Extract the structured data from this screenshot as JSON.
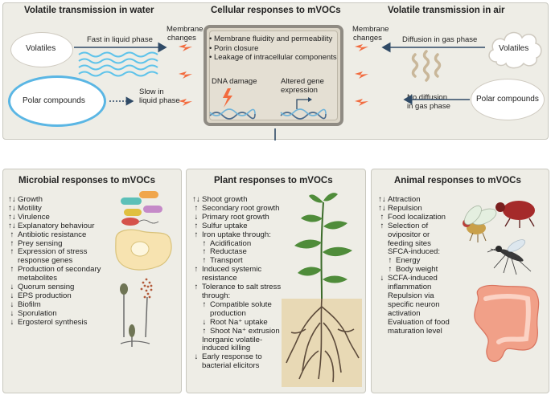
{
  "top": {
    "water_title": "Volatile transmission in water",
    "cell_title": "Cellular responses to mVOCs",
    "air_title": "Volatile transmission in air",
    "volatiles_left": "Volatiles",
    "volatiles_right": "Volatiles",
    "polar_left": "Polar compounds",
    "polar_right": "Polar compounds",
    "fast_label": "Fast in liquid phase",
    "slow_label_1": "Slow in",
    "slow_label_2": "liquid phase",
    "membrane_left_1": "Membrane",
    "membrane_left_2": "changes",
    "membrane_right_1": "Membrane",
    "membrane_right_2": "changes",
    "diffusion_label": "Diffusion in gas phase",
    "no_diffusion_1": "No diffusion",
    "no_diffusion_2": "in gas phase",
    "cell_bullets": [
      "Membrane fluidity and permeability",
      "Porin closure",
      "Leakage of intracellular components"
    ],
    "dna_damage": "DNA damage",
    "altered_1": "Altered gene",
    "altered_2": "expression"
  },
  "microbial": {
    "title": "Microbial responses to mVOCs",
    "items": [
      {
        "arrow": "↑↓",
        "text": "Growth",
        "indent": 0
      },
      {
        "arrow": "↑↓",
        "text": "Motility",
        "indent": 0
      },
      {
        "arrow": "↑↓",
        "text": "Virulence",
        "indent": 0
      },
      {
        "arrow": "↑↓",
        "text": "Explanatory behaviour",
        "indent": 0
      },
      {
        "arrow": "↑",
        "text": "Antibiotic resistance",
        "indent": 0
      },
      {
        "arrow": "↑",
        "text": "Prey sensing",
        "indent": 0
      },
      {
        "arrow": "↑",
        "text": "Expression of stress",
        "indent": 0
      },
      {
        "arrow": "",
        "text": "response genes",
        "indent": 0
      },
      {
        "arrow": "↑",
        "text": "Production of secondary",
        "indent": 0
      },
      {
        "arrow": "",
        "text": "metabolites",
        "indent": 0
      },
      {
        "arrow": "↓",
        "text": "Quorum sensing",
        "indent": 0
      },
      {
        "arrow": "↓",
        "text": "EPS production",
        "indent": 0
      },
      {
        "arrow": "↓",
        "text": "Biofilm",
        "indent": 0
      },
      {
        "arrow": "↓",
        "text": "Sporulation",
        "indent": 0
      },
      {
        "arrow": "↓",
        "text": "Ergosterol synthesis",
        "indent": 0
      }
    ]
  },
  "plant": {
    "title": "Plant responses to mVOCs",
    "items": [
      {
        "arrow": "↑↓",
        "text": "Shoot growth",
        "indent": 0
      },
      {
        "arrow": "↑",
        "text": "Secondary root growth",
        "indent": 0
      },
      {
        "arrow": "↓",
        "text": "Primary root growth",
        "indent": 0
      },
      {
        "arrow": "↑",
        "text": "Sulfur uptake",
        "indent": 0
      },
      {
        "arrow": "↑",
        "text": "Iron uptake through:",
        "indent": 0
      },
      {
        "arrow": "↑",
        "text": "Acidification",
        "indent": 1
      },
      {
        "arrow": "↑",
        "text": "Reductase",
        "indent": 1
      },
      {
        "arrow": "↑",
        "text": "Transport",
        "indent": 1
      },
      {
        "arrow": "↑",
        "text": "Induced systemic",
        "indent": 0
      },
      {
        "arrow": "",
        "text": "resistance",
        "indent": 0
      },
      {
        "arrow": "↑",
        "text": "Tolerance to salt stress",
        "indent": 0
      },
      {
        "arrow": "",
        "text": "through:",
        "indent": 0
      },
      {
        "arrow": "↑",
        "text": "Compatible solute",
        "indent": 1
      },
      {
        "arrow": "",
        "text": "production",
        "indent": 1
      },
      {
        "arrow": "↓",
        "text": "Root Na⁺ uptake",
        "indent": 1
      },
      {
        "arrow": "↑",
        "text": "Shoot Na⁺ extrusion",
        "indent": 1
      },
      {
        "arrow": "",
        "text": "Inorganic volatile-",
        "indent": 0
      },
      {
        "arrow": "",
        "text": "induced killing",
        "indent": 0
      },
      {
        "arrow": "↓",
        "text": "Early response to",
        "indent": 0
      },
      {
        "arrow": "",
        "text": "bacterial elicitors",
        "indent": 0
      }
    ]
  },
  "animal": {
    "title": "Animal responses to mVOCs",
    "items": [
      {
        "arrow": "↑↓",
        "text": "Attraction",
        "indent": 0
      },
      {
        "arrow": "↑↓",
        "text": "Repulsion",
        "indent": 0
      },
      {
        "arrow": "↑",
        "text": "Food localization",
        "indent": 0
      },
      {
        "arrow": "↑",
        "text": "Selection of",
        "indent": 0
      },
      {
        "arrow": "",
        "text": "ovipositor or",
        "indent": 0
      },
      {
        "arrow": "",
        "text": "feeding sites",
        "indent": 0
      },
      {
        "arrow": "",
        "text": "SFCA-induced:",
        "indent": 0
      },
      {
        "arrow": "↑",
        "text": "Energy",
        "indent": 1
      },
      {
        "arrow": "↑",
        "text": "Body weight",
        "indent": 1
      },
      {
        "arrow": "↓",
        "text": "SCFA-induced",
        "indent": 0
      },
      {
        "arrow": "",
        "text": "inflammation",
        "indent": 0
      },
      {
        "arrow": "",
        "text": "Repulsion via",
        "indent": 0
      },
      {
        "arrow": "",
        "text": "specific neuron",
        "indent": 0
      },
      {
        "arrow": "",
        "text": "activation",
        "indent": 0
      },
      {
        "arrow": "",
        "text": "Evaluation of food",
        "indent": 0
      },
      {
        "arrow": "",
        "text": "maturation level",
        "indent": 0
      }
    ]
  },
  "colors": {
    "panel_bg": "#eeede6",
    "wave_blue": "#5ec3ea",
    "polar_circle": "#5ab6e4",
    "flash_orange": "#f26b3e",
    "arrow_navy": "#2f4a66"
  }
}
